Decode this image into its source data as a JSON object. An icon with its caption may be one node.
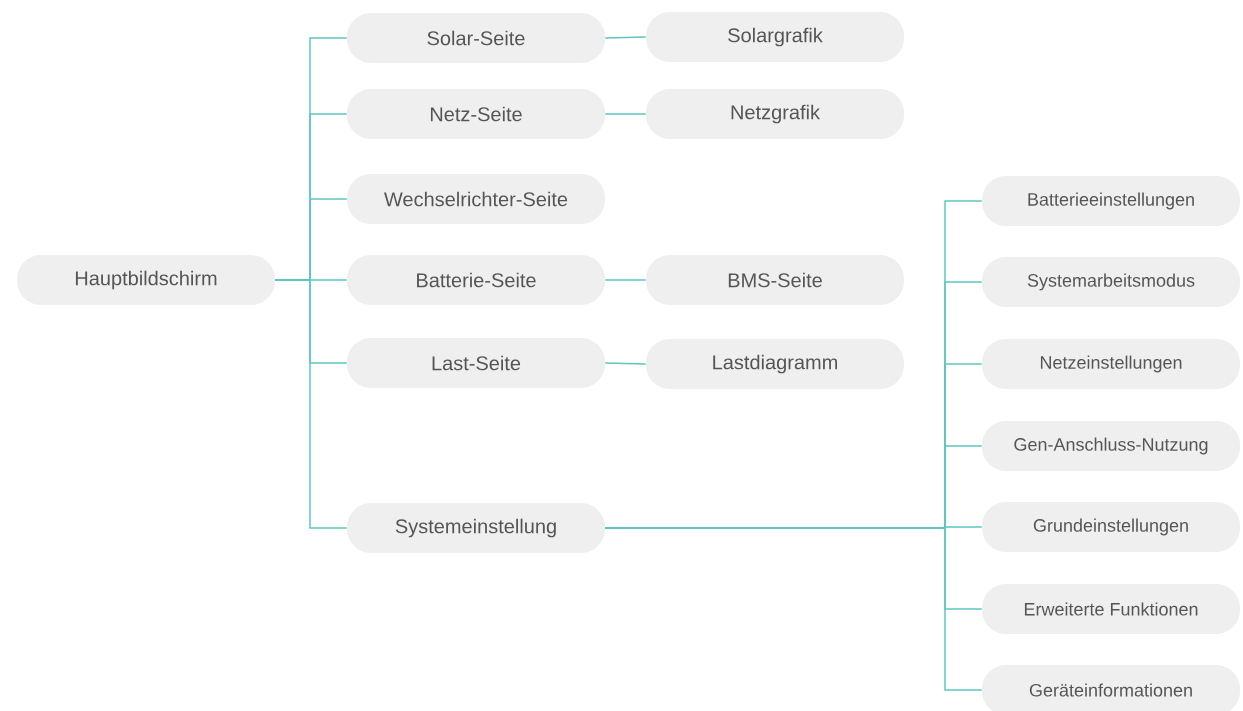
{
  "diagram": {
    "nodes": [
      {
        "text": [
          "Hauptbildschirm"
        ]
      },
      {
        "text": [
          "Solar-Seite"
        ]
      },
      {
        "text": [
          "Solargrafik"
        ]
      },
      {
        "text": [
          "Netz-Seite"
        ]
      },
      {
        "text": [
          "Netzgrafik"
        ]
      },
      {
        "text": [
          "Wechselrichter-Seite"
        ]
      },
      {
        "text": [
          "Batterie-Seite"
        ]
      },
      {
        "text": [
          "BMS-Seite"
        ]
      },
      {
        "text": [
          "Last-Seite"
        ]
      },
      {
        "text": [
          "Lastdiagramm"
        ]
      },
      {
        "text": [
          "Systemeinstellung"
        ]
      },
      {
        "text": [
          "Batterieeinstellungen"
        ]
      },
      {
        "text": [
          "Systemarbeitsmodus"
        ]
      },
      {
        "text": [
          "Netzeinstellungen"
        ]
      },
      {
        "text": [
          "Gen-Anschluss-Nutzung"
        ]
      },
      {
        "text": [
          "Grundeinstellungen"
        ]
      },
      {
        "text": [
          "Erweiterte Funktionen"
        ]
      },
      {
        "text": [
          "Geräteinformationen"
        ]
      }
    ],
    "edges": [
      {
        "from": 0,
        "to": 1,
        "arrow": "none"
      },
      {
        "from": 0,
        "to": 3,
        "arrow": "none"
      },
      {
        "from": 0,
        "to": 5,
        "arrow": "none"
      },
      {
        "from": 0,
        "to": 6,
        "arrow": "none"
      },
      {
        "from": 0,
        "to": 8,
        "arrow": "none"
      },
      {
        "from": 0,
        "to": 10,
        "arrow": "none"
      },
      {
        "from": 1,
        "to": 2,
        "arrow": "none"
      },
      {
        "from": 3,
        "to": 4,
        "arrow": "none"
      },
      {
        "from": 6,
        "to": 7,
        "arrow": "none"
      },
      {
        "from": 8,
        "to": 9,
        "arrow": "none"
      },
      {
        "from": 10,
        "to": 11,
        "arrow": "none"
      },
      {
        "from": 10,
        "to": 12,
        "arrow": "none"
      },
      {
        "from": 10,
        "to": 13,
        "arrow": "none"
      },
      {
        "from": 10,
        "to": 14,
        "arrow": "none"
      },
      {
        "from": 10,
        "to": 15,
        "arrow": "none"
      },
      {
        "from": 10,
        "to": 16,
        "arrow": "none"
      },
      {
        "from": 10,
        "to": 17,
        "arrow": "none"
      }
    ]
  }
}
